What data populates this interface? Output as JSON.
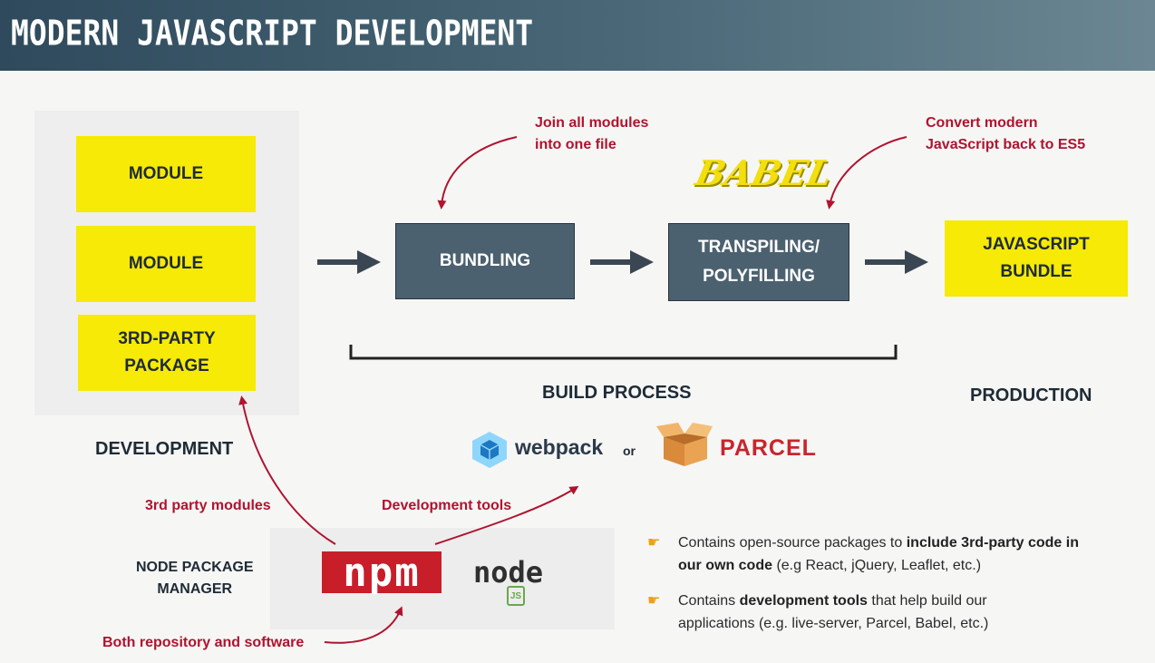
{
  "header": {
    "title": "MODERN JAVASCRIPT DEVELOPMENT"
  },
  "development": {
    "modules": [
      "MODULE",
      "MODULE",
      "3RD-PARTY\nPACKAGE"
    ],
    "label": "DEVELOPMENT"
  },
  "build": {
    "bundling": "BUNDLING",
    "transpiling": "TRANSPILING/\nPOLYFILLING",
    "label": "BUILD PROCESS",
    "bundling_note": "Join all modules\ninto one file",
    "transpile_note": "Convert modern\nJavaScript back to ES5",
    "babel_logo": "BABEL",
    "webpack": "webpack",
    "or": "or",
    "parcel": "PARCEL"
  },
  "production": {
    "bundle": "JAVASCRIPT\nBUNDLE",
    "label": "PRODUCTION"
  },
  "npm": {
    "label": "NODE PACKAGE\nMANAGER",
    "logo": "npm",
    "node_logo": "node",
    "node_js": "JS",
    "note_3rd": "3rd party modules",
    "note_dev": "Development tools",
    "note_both": "Both repository and software"
  },
  "bullets": [
    {
      "pre": "Contains open-source packages to ",
      "bold": "include 3rd-party code in our own code",
      "post": " (e.g React, jQuery, Leaflet, etc.)"
    },
    {
      "pre": "Contains ",
      "bold": "development tools",
      "post": " that help build our applications (e.g. live-server, Parcel, Babel, etc.)"
    }
  ],
  "colors": {
    "accent_yellow": "#f6ea06",
    "box_slate": "#4c6170",
    "note_red": "#b0132e",
    "header": "#3a5667"
  }
}
